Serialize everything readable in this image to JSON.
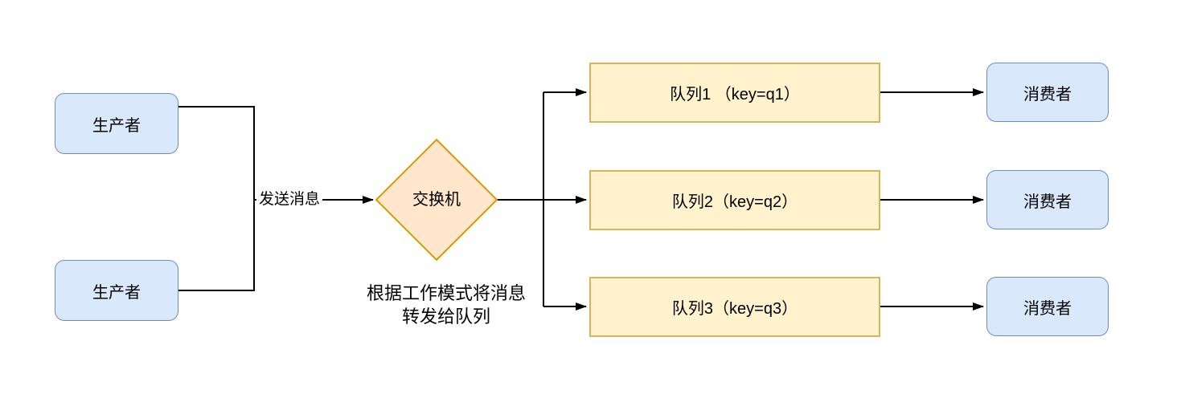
{
  "diagram": {
    "producers": [
      {
        "label": "生产者"
      },
      {
        "label": "生产者"
      }
    ],
    "exchange": {
      "label": "交换机"
    },
    "edge_label": "发送消息",
    "annotation": {
      "line1": "根据工作模式将消息",
      "line2": "转发给队列"
    },
    "queues": [
      {
        "label": "队列1 （key=q1）"
      },
      {
        "label": "队列2（key=q2）"
      },
      {
        "label": "队列3（key=q3）"
      }
    ],
    "consumers": [
      {
        "label": "消费者"
      },
      {
        "label": "消费者"
      },
      {
        "label": "消费者"
      }
    ]
  },
  "colors": {
    "node_blue_fill": "#dae8fc",
    "node_blue_stroke": "#6c8ebf",
    "queue_fill": "#fff2cc",
    "queue_stroke": "#d6b656",
    "exchange_fill": "#ffe6cc",
    "exchange_stroke": "#d79b00",
    "line": "#000000",
    "text": "#000000",
    "background": "#ffffff"
  }
}
